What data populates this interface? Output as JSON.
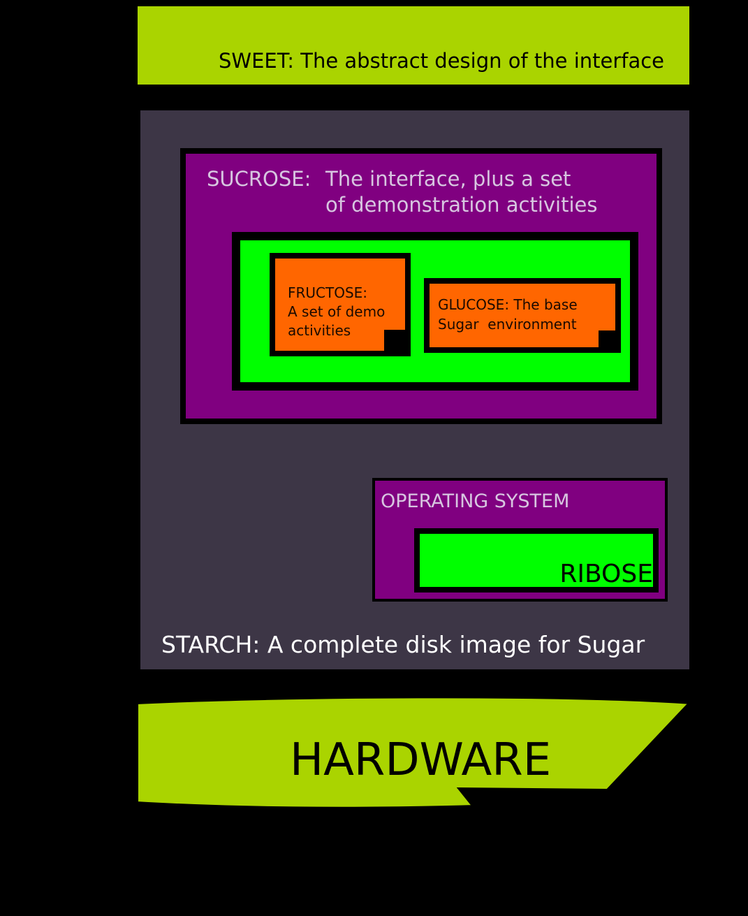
{
  "sweet": {
    "label": "SWEET: The abstract design of the interface"
  },
  "starch": {
    "label": "STARCH: A complete disk image for Sugar"
  },
  "sucrose": {
    "label_prefix": "SUCROSE:",
    "label_line1": "The interface, plus a set",
    "label_line2": "of demonstration activities"
  },
  "fructose": {
    "label": "FRUCTOSE:\nA set of demo\nactivities"
  },
  "glucose": {
    "label": "GLUCOSE: The base\nSugar  environment"
  },
  "operating_system": {
    "label": "OPERATING SYSTEM"
  },
  "ribose": {
    "label": "RIBOSE"
  },
  "hardware": {
    "label": "HARDWARE"
  },
  "colors": {
    "background": "#000000",
    "sweet_hardware": "#aad400",
    "starch": "#3d3646",
    "sucrose_os": "#800080",
    "glucose_green": "#00ff00",
    "fructose_glucose_orange": "#ff6600",
    "light_text": "#d7c6e0"
  }
}
